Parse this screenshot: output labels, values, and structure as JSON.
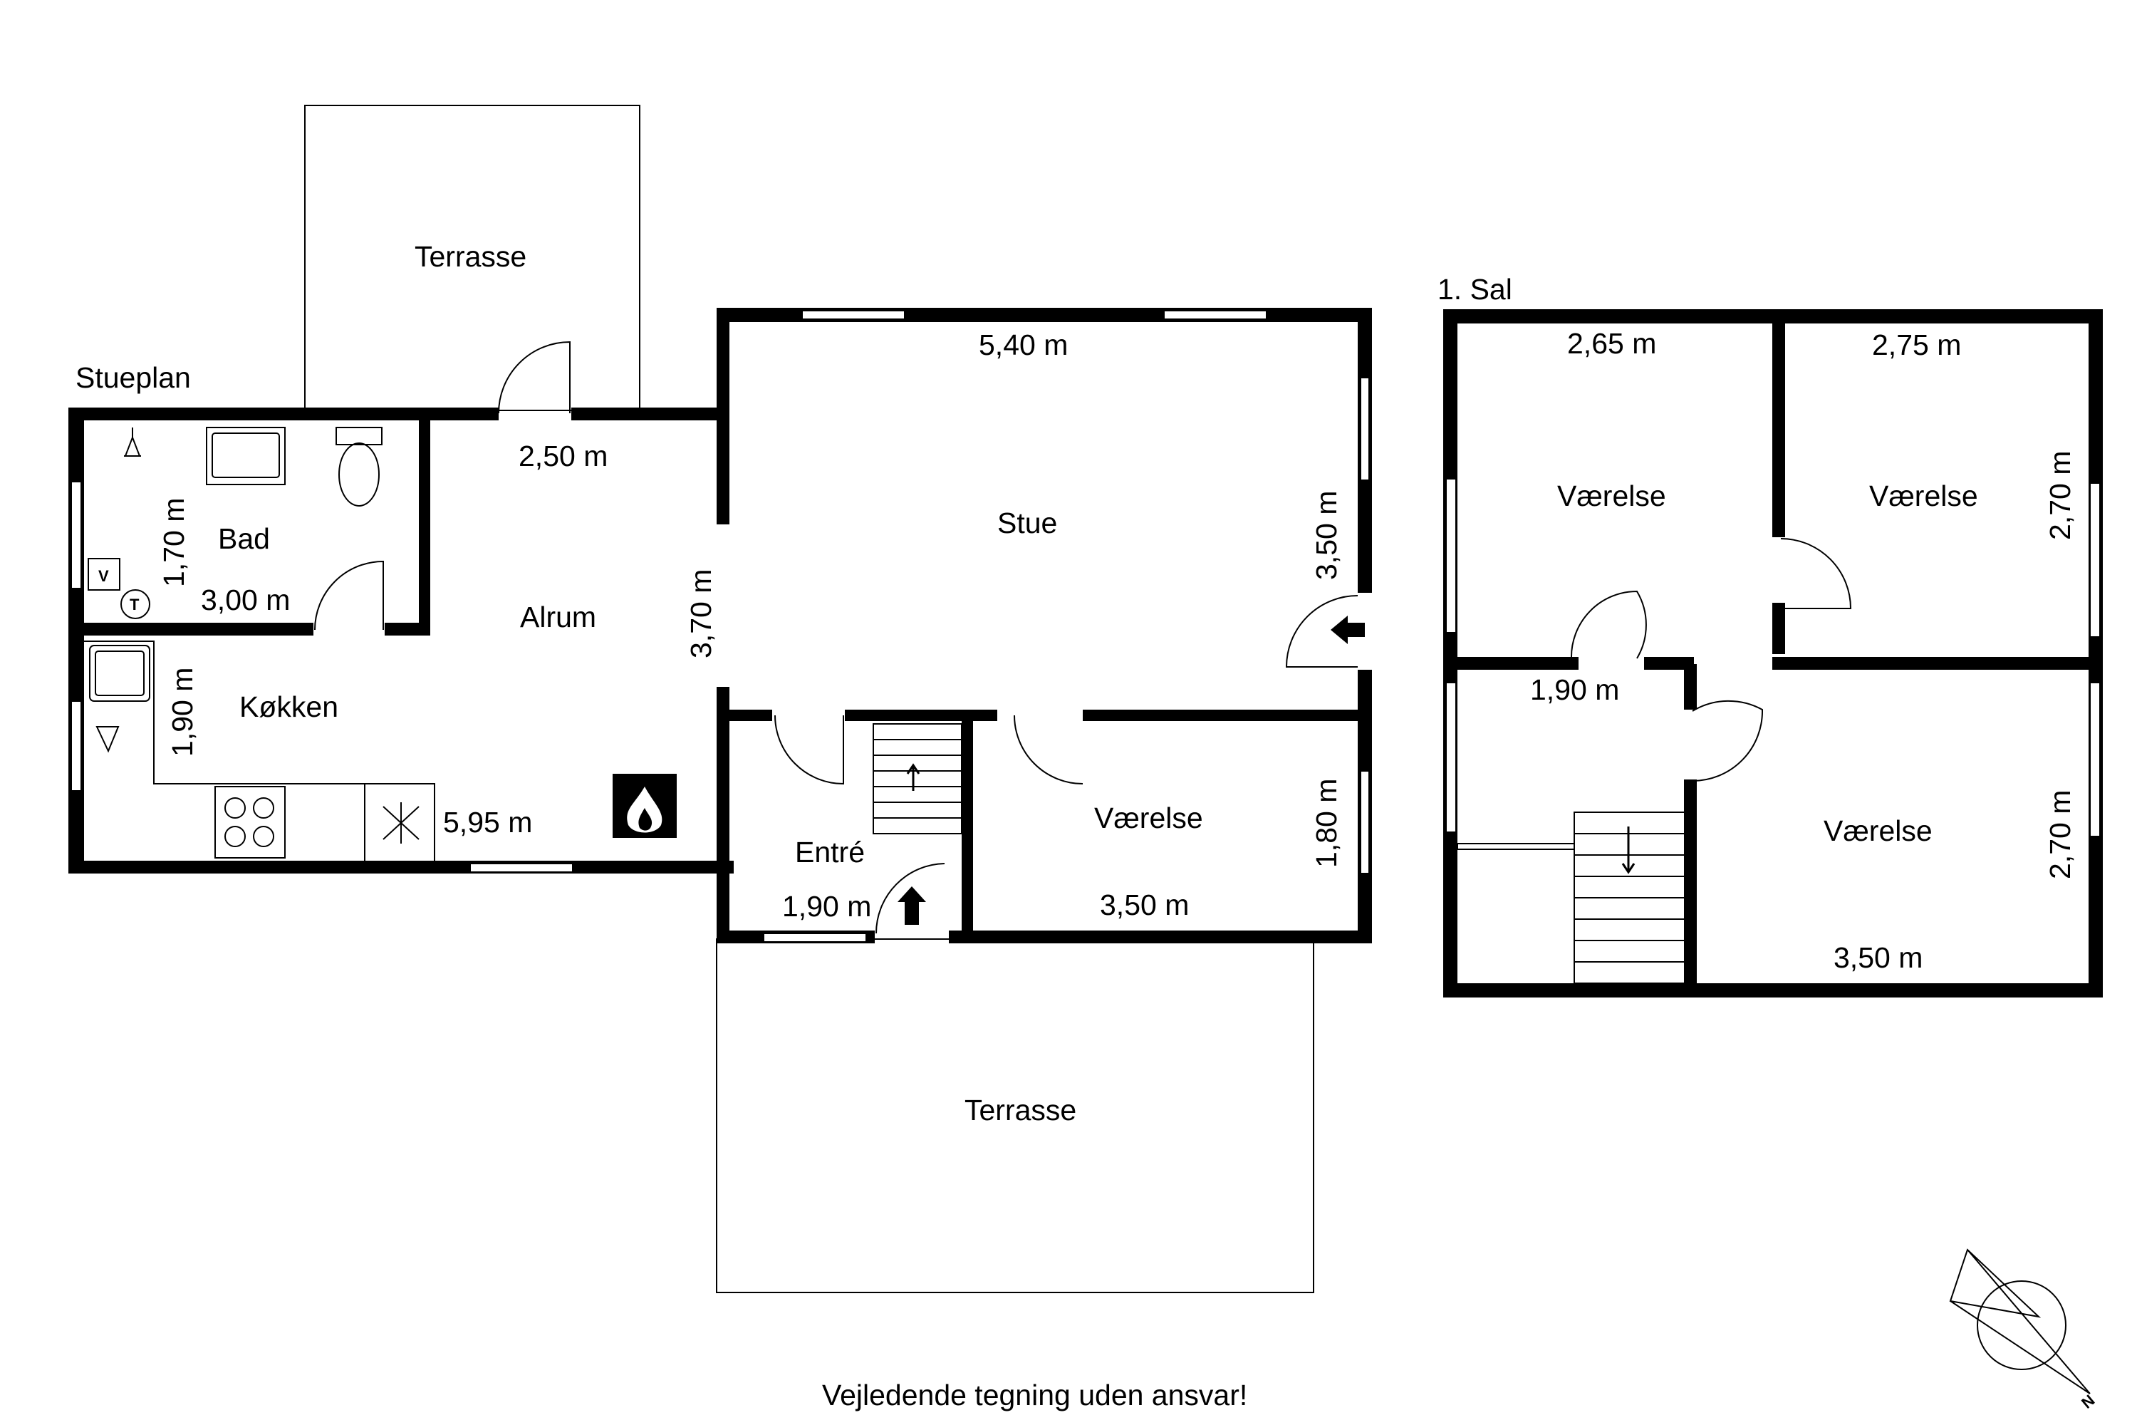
{
  "floors": {
    "ground_title": "Stueplan",
    "upper_title": "1. Sal"
  },
  "ground": {
    "terrace_top": "Terrasse",
    "bad": {
      "name": "Bad",
      "dim_w": "3,00 m",
      "dim_h": "1,70 m"
    },
    "alrum": {
      "name": "Alrum",
      "dim_w": "2,50 m",
      "dim_h": "3,70 m"
    },
    "kitchen": {
      "name": "Køkken",
      "dim_w": "5,95 m",
      "dim_h": "1,90 m"
    },
    "stue": {
      "name": "Stue",
      "dim_w": "5,40 m",
      "dim_h": "3,50 m"
    },
    "entre": {
      "name": "Entré",
      "dim_w": "1,90 m"
    },
    "vaerelse": {
      "name": "Værelse",
      "dim_w": "3,50 m",
      "dim_h": "1,80 m"
    },
    "terrace_bottom": "Terrasse"
  },
  "upper": {
    "room1": {
      "name": "Værelse",
      "dim_w": "2,65 m"
    },
    "room2": {
      "name": "Værelse",
      "dim_w": "2,75 m",
      "dim_h": "2,70 m"
    },
    "hall": {
      "dim_w": "1,90 m"
    },
    "room3": {
      "name": "Værelse",
      "dim_w": "3,50 m",
      "dim_h": "2,70 m"
    }
  },
  "symbols": {
    "washer": "V",
    "dryer": "T",
    "compass": "N"
  },
  "disclaimer": "Vejledende tegning uden ansvar!",
  "icons": [
    "fireplace-icon",
    "freezer-icon",
    "stove-icon",
    "sink-icon",
    "toilet-icon",
    "shower-icon",
    "stair-arrow-icon",
    "entrance-arrow-icon",
    "compass-icon"
  ]
}
